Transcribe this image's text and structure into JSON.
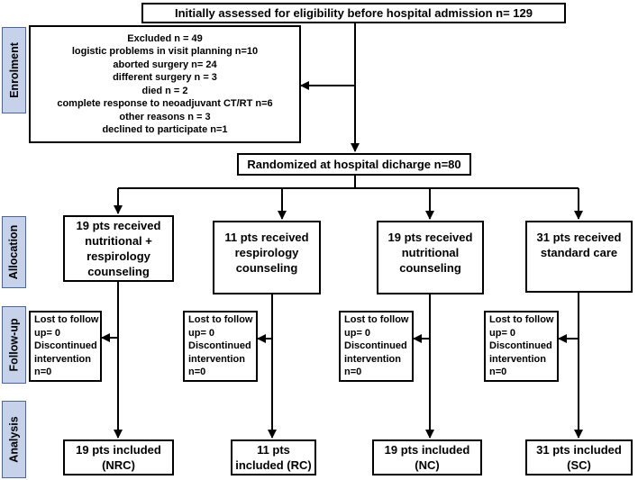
{
  "stages": {
    "enrolment": "Enrolment",
    "allocation": "Allocation",
    "follow_up": "Follow-up",
    "analysis": "Analysis"
  },
  "assessed": "Initially assessed for eligibility before hospital admission n= 129",
  "excluded": [
    "Excluded n = 49",
    "logistic problems in visit planning  n=10",
    "aborted surgery n= 24",
    "different surgery n = 3",
    "died n = 2",
    "complete response to neoadjuvant  CT/RT n=6",
    "other reasons  n = 3",
    "declined to participate  n=1"
  ],
  "randomized": "Randomized at hospital dicharge n=80",
  "groups": [
    {
      "allocation": [
        "19 pts received",
        "nutritional +",
        "respirology",
        "counseling"
      ],
      "followup": [
        "Lost to follow",
        "up= 0",
        "Discontinued",
        "intervention",
        "n=0"
      ],
      "analysis": [
        "19 pts included",
        "(NRC)"
      ]
    },
    {
      "allocation": [
        "11 pts received",
        "respirology",
        "counseling"
      ],
      "followup": [
        "Lost to follow",
        "up= 0",
        "Discontinued",
        "intervention",
        "n=0"
      ],
      "analysis": [
        "11 pts",
        "included (RC)"
      ]
    },
    {
      "allocation": [
        "19 pts received",
        "nutritional",
        "counseling"
      ],
      "followup": [
        "Lost to follow",
        "up= 0",
        "Discontinued",
        "intervention",
        "n=0"
      ],
      "analysis": [
        "19 pts included",
        "(NC)"
      ]
    },
    {
      "allocation": [
        "31 pts received",
        "standard care"
      ],
      "followup": [
        "Lost to follow",
        "up= 0",
        "Discontinued",
        "intervention",
        "n=0"
      ],
      "analysis": [
        "31 pts included",
        "(SC)"
      ]
    }
  ]
}
